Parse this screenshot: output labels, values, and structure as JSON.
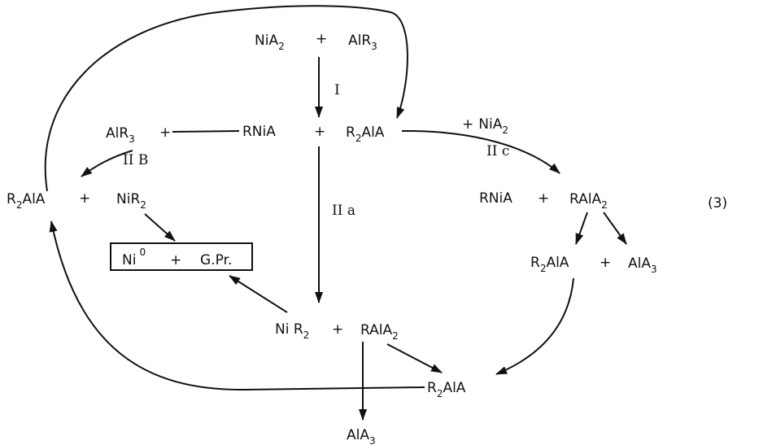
{
  "equation_number": "(3)",
  "species": {
    "nia2": {
      "base": "NiA",
      "sub": "2"
    },
    "alr3_top": {
      "base": "AlR",
      "sub": "3"
    },
    "rnia_center": {
      "text": "RNiA"
    },
    "r2ala_center": {
      "base": "R",
      "sub": "2",
      "tail": "AlA"
    },
    "alr3_left": {
      "base": "AlR",
      "sub": "3"
    },
    "r2ala_left": {
      "base": "R",
      "sub": "2",
      "tail": "AlA"
    },
    "nir2_left": {
      "base": "NiR",
      "sub": "2"
    },
    "ni0": {
      "base": "Ni",
      "sup": "0"
    },
    "gpr": {
      "text": "G.Pr."
    },
    "nia2_reagent": {
      "base": "NiA",
      "sub": "2"
    },
    "rnia_right": {
      "text": "RNiA"
    },
    "rala2_right": {
      "base": "RAlA",
      "sub": "2"
    },
    "r2ala_right": {
      "base": "R",
      "sub": "2",
      "tail": "AlA"
    },
    "ala3_right": {
      "base": "AlA",
      "sub": "3"
    },
    "nir2_bottom": {
      "base": "Ni R",
      "sub": "2"
    },
    "rala2_bottom": {
      "base": "RAlA",
      "sub": "2"
    },
    "r2ala_bottom": {
      "base": "R",
      "sub": "2",
      "tail": "AlA"
    },
    "ala3_bottom": {
      "base": "AlA",
      "sub": "3"
    }
  },
  "operators": {
    "plus": "+"
  },
  "steps": {
    "I": "I",
    "IIB": "II B",
    "IIa": "II a",
    "IIc": "II c"
  }
}
